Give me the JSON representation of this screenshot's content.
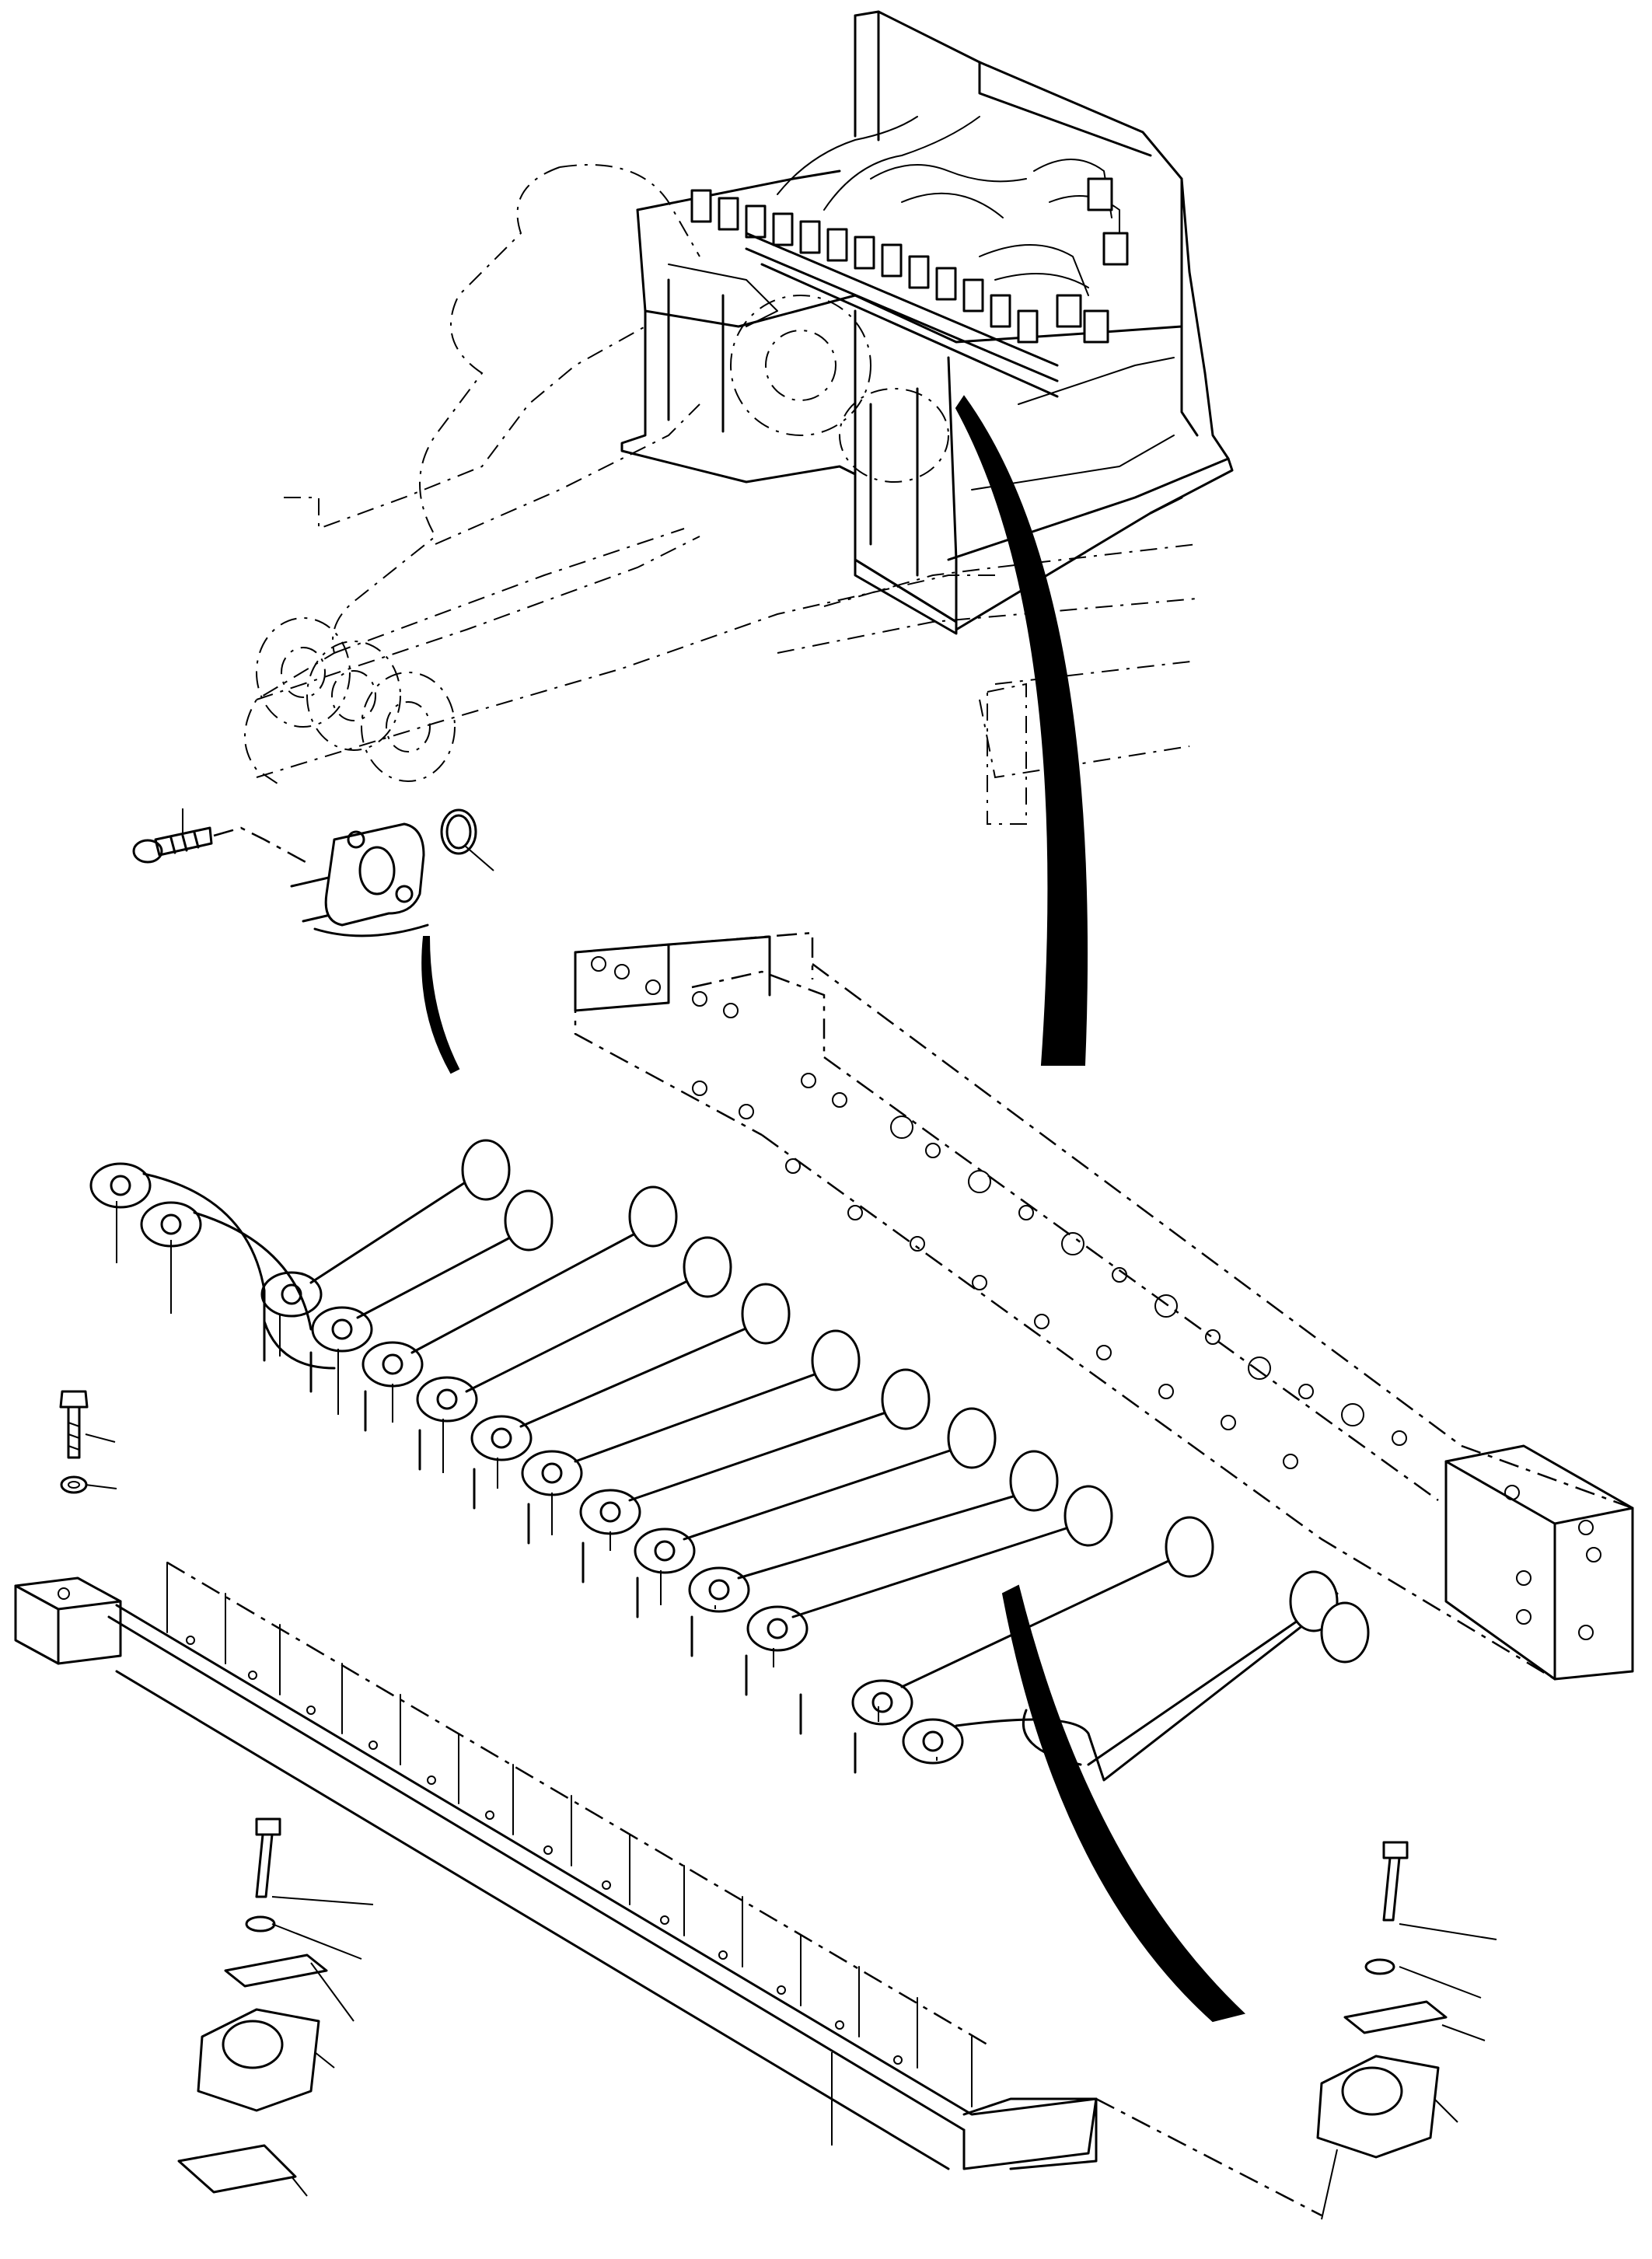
{
  "diagram": {
    "components": [
      "valve-frame",
      "boom-ghost",
      "hose-flange-detail",
      "control-valve-manifold",
      "tube-bundle",
      "tube-support-bar",
      "clamp-assembly-left",
      "clamp-assembly-right",
      "bolt-washer-set"
    ],
    "callout_count": 26,
    "line_color": "#000000",
    "background": "#ffffff"
  }
}
